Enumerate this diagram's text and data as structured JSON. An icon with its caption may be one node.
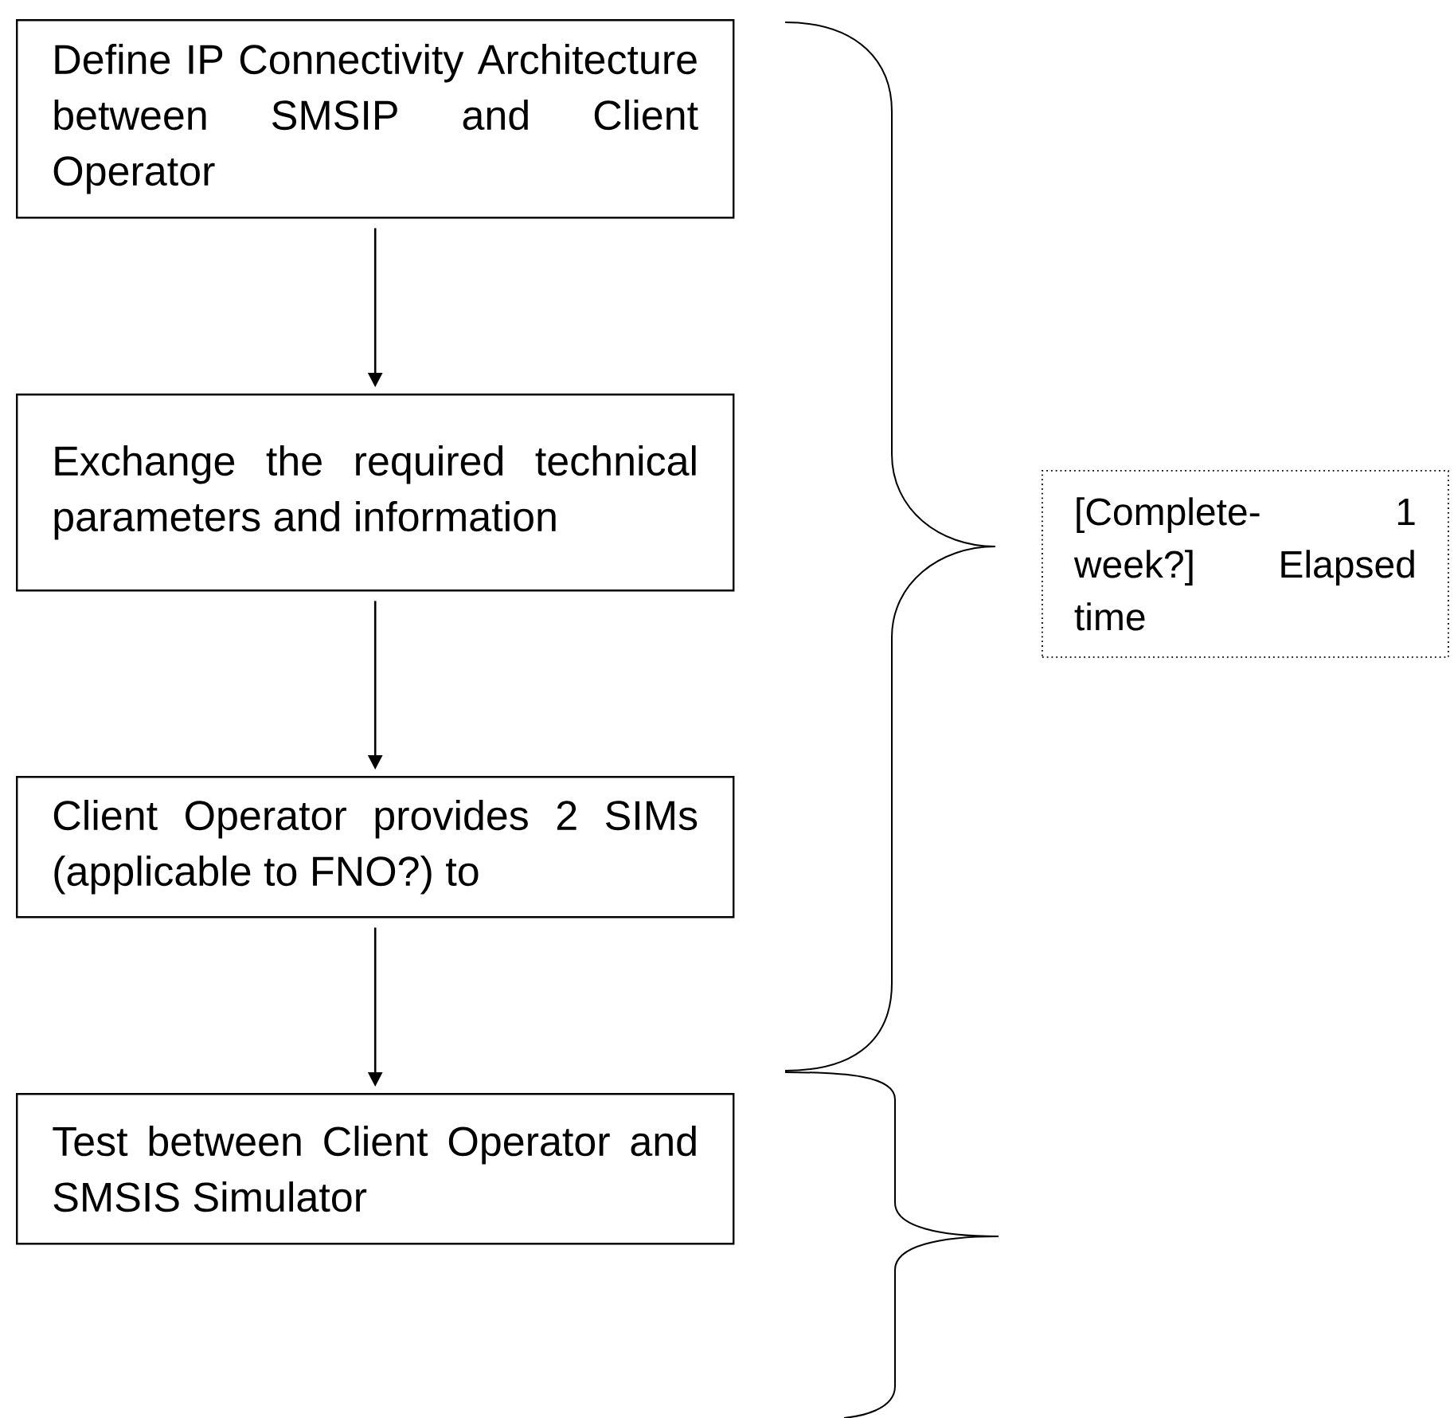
{
  "diagram": {
    "nodes": [
      {
        "text": [
          "Define IP Connectivity Architecture between SMSIP and Client Operator"
        ]
      },
      {
        "text": [
          "Exchange the required technical parameters and information"
        ]
      },
      {
        "text": [
          "Client Operator provides 2 SIMs (applicable to FNO?) to"
        ]
      },
      {
        "text": [
          "Test between Client Operator and SMSIS Simulator"
        ]
      },
      {
        "text": [
          "[Complete- 1 week?] Elapsed time"
        ]
      }
    ],
    "edges": [
      {
        "from": 0,
        "to": 1,
        "arrow": "to"
      },
      {
        "from": 1,
        "to": 2,
        "arrow": "to"
      },
      {
        "from": 2,
        "to": 3,
        "arrow": "to"
      }
    ]
  }
}
